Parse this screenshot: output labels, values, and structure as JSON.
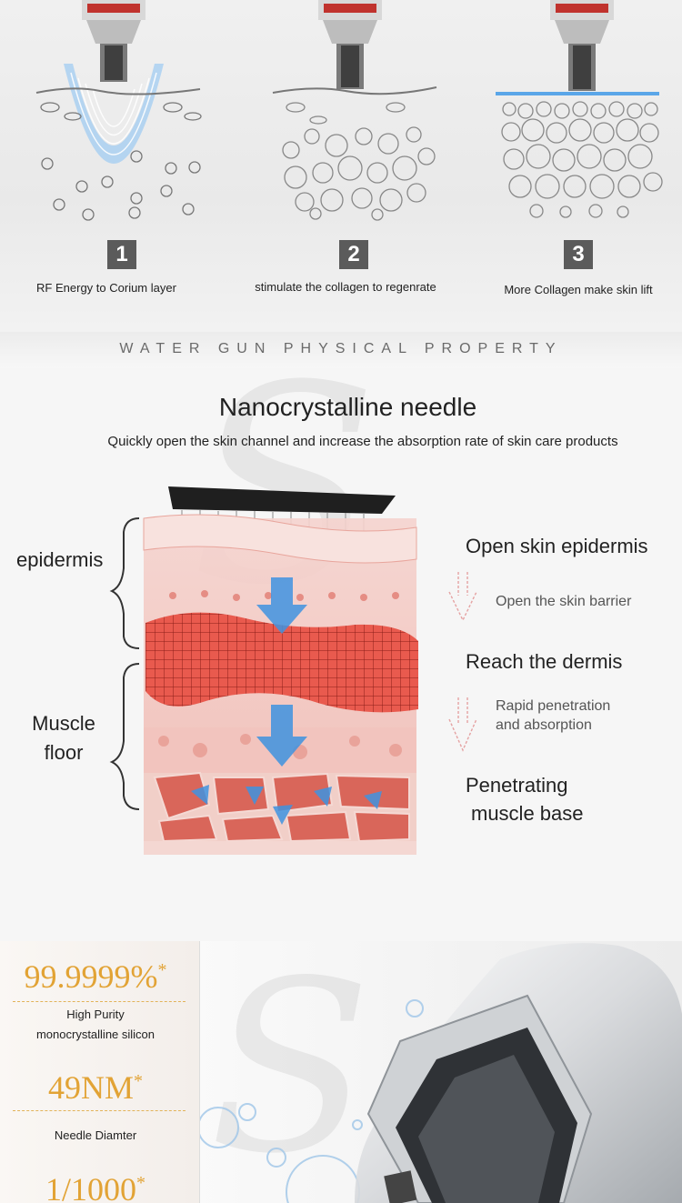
{
  "steps": [
    {
      "number": "1",
      "caption": "RF Energy to Corium layer"
    },
    {
      "number": "2",
      "caption": "stimulate the collagen to regenrate"
    },
    {
      "number": "3",
      "caption": "More Collagen make skin lift"
    }
  ],
  "banner": {
    "text": "WATER GUN PHYSICAL PROPERTY"
  },
  "needle": {
    "title": "Nanocrystalline needle",
    "subtitle": "Quickly open the skin channel and increase the absorption rate of skin care products",
    "left_labels": {
      "epidermis": "epidermis",
      "muscle_line1": "Muscle",
      "muscle_line2": "floor"
    },
    "right_points": [
      {
        "heading": "Open skin epidermis",
        "detail_1": "Open the skin barrier",
        "detail_2": ""
      },
      {
        "heading": "Reach the dermis",
        "detail_1": "Rapid penetration",
        "detail_2": "and absorption"
      },
      {
        "heading_1": "Penetrating",
        "heading_2": "muscle base"
      }
    ]
  },
  "specs": [
    {
      "value": "99.9999%",
      "mark": "*",
      "label_1": "High Purity",
      "label_2": "monocrystalline silicon"
    },
    {
      "value": "49NM",
      "mark": "*",
      "label_1": "Needle Diamter"
    },
    {
      "value": "1/1000",
      "mark": "*"
    }
  ],
  "colors": {
    "accent_gold": "#e2a335",
    "step_badge": "#5b5b5b",
    "rf_blue": "#5aa6e8",
    "tissue_red": "#e0574d"
  },
  "icons": {
    "needle_head": "needle-head-icon",
    "arrow": "arrow-down-icon",
    "cell": "cell-icon"
  }
}
